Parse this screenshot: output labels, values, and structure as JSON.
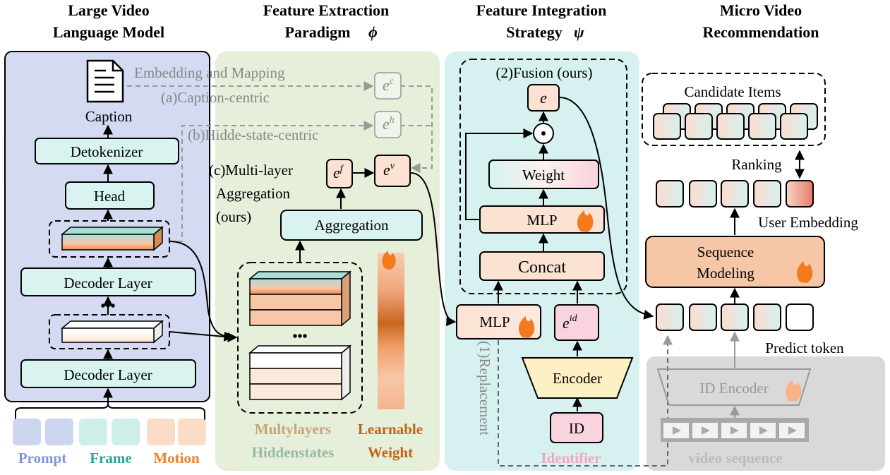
{
  "headers": {
    "col1": [
      "Large Video",
      "Language Model"
    ],
    "col2": [
      "Feature Extraction",
      "Paradigm"
    ],
    "col2_symbol": "ϕ",
    "col3": [
      "Feature Integration",
      "Strategy"
    ],
    "col3_symbol": "ψ",
    "col4": [
      "Micro Video",
      "Recommendation"
    ]
  },
  "llm": {
    "caption": "Caption",
    "detokenizer": "Detokenizer",
    "head": "Head",
    "decoder_top": "Decoder Layer",
    "ellipsis": "•••",
    "decoder_bottom": "Decoder Layer",
    "inputs": {
      "prompt": "Prompt",
      "frame": "Frame",
      "motion": "Motion"
    }
  },
  "extraction": {
    "embedding_mapping": "Embedding and Mapping",
    "caption_centric": "(a)Caption-centric",
    "hidden_state_centric": "(b)Hidde-state-centric",
    "multi_layer": [
      "(c)Multi-layer",
      "Aggregation",
      "(ours)"
    ],
    "aggregation": "Aggregation",
    "stack_ellipsis": "•••",
    "multilayers_label": [
      "Multylayers",
      "Hiddenstates"
    ],
    "learnable_label": [
      "Learnable",
      "Weight"
    ],
    "e_c": "e",
    "e_c_sup": "c",
    "e_h": "e",
    "e_h_sup": "h",
    "e_f": "e",
    "e_f_sup": "f",
    "e_v": "e",
    "e_v_sup": "v"
  },
  "integration": {
    "fusion_title": "(2)Fusion (ours)",
    "e": "e",
    "odot": "⊙",
    "weight": "Weight",
    "mlp": "MLP",
    "concat": "Concat",
    "mlp2": "MLP",
    "e_id": "e",
    "e_id_sup": "id",
    "encoder": "Encoder",
    "id": "ID",
    "identifier": "Identifier",
    "replacement": "(1)Replacement"
  },
  "recommendation": {
    "candidate_items": "Candidate Items",
    "ranking": "Ranking",
    "user_embedding": "User Embedding",
    "sequence_modeling": [
      "Sequence",
      "Modeling"
    ],
    "predict_token": "Predict token",
    "id_encoder": "ID Encoder",
    "video_sequence": "video sequence"
  },
  "colors": {
    "llm_panel": "#d3daf2",
    "extraction_panel": "#e5efd9",
    "integration_panel": "#d6f1f0",
    "rec_panel_gray": "#d9d9d9",
    "teal_box": "#d8f3f0",
    "peach_box": "#fbe2d3",
    "seq_box": "#f6c7a6",
    "id_box": "#f9d3dd",
    "encoder_fill": "#fdf0c4",
    "prompt": "#7f97d8",
    "frame": "#2aa39a",
    "motion": "#f07f2a",
    "learnable": "#c0641a",
    "identifier": "#f5a6bd",
    "flame": "#f47a20"
  }
}
